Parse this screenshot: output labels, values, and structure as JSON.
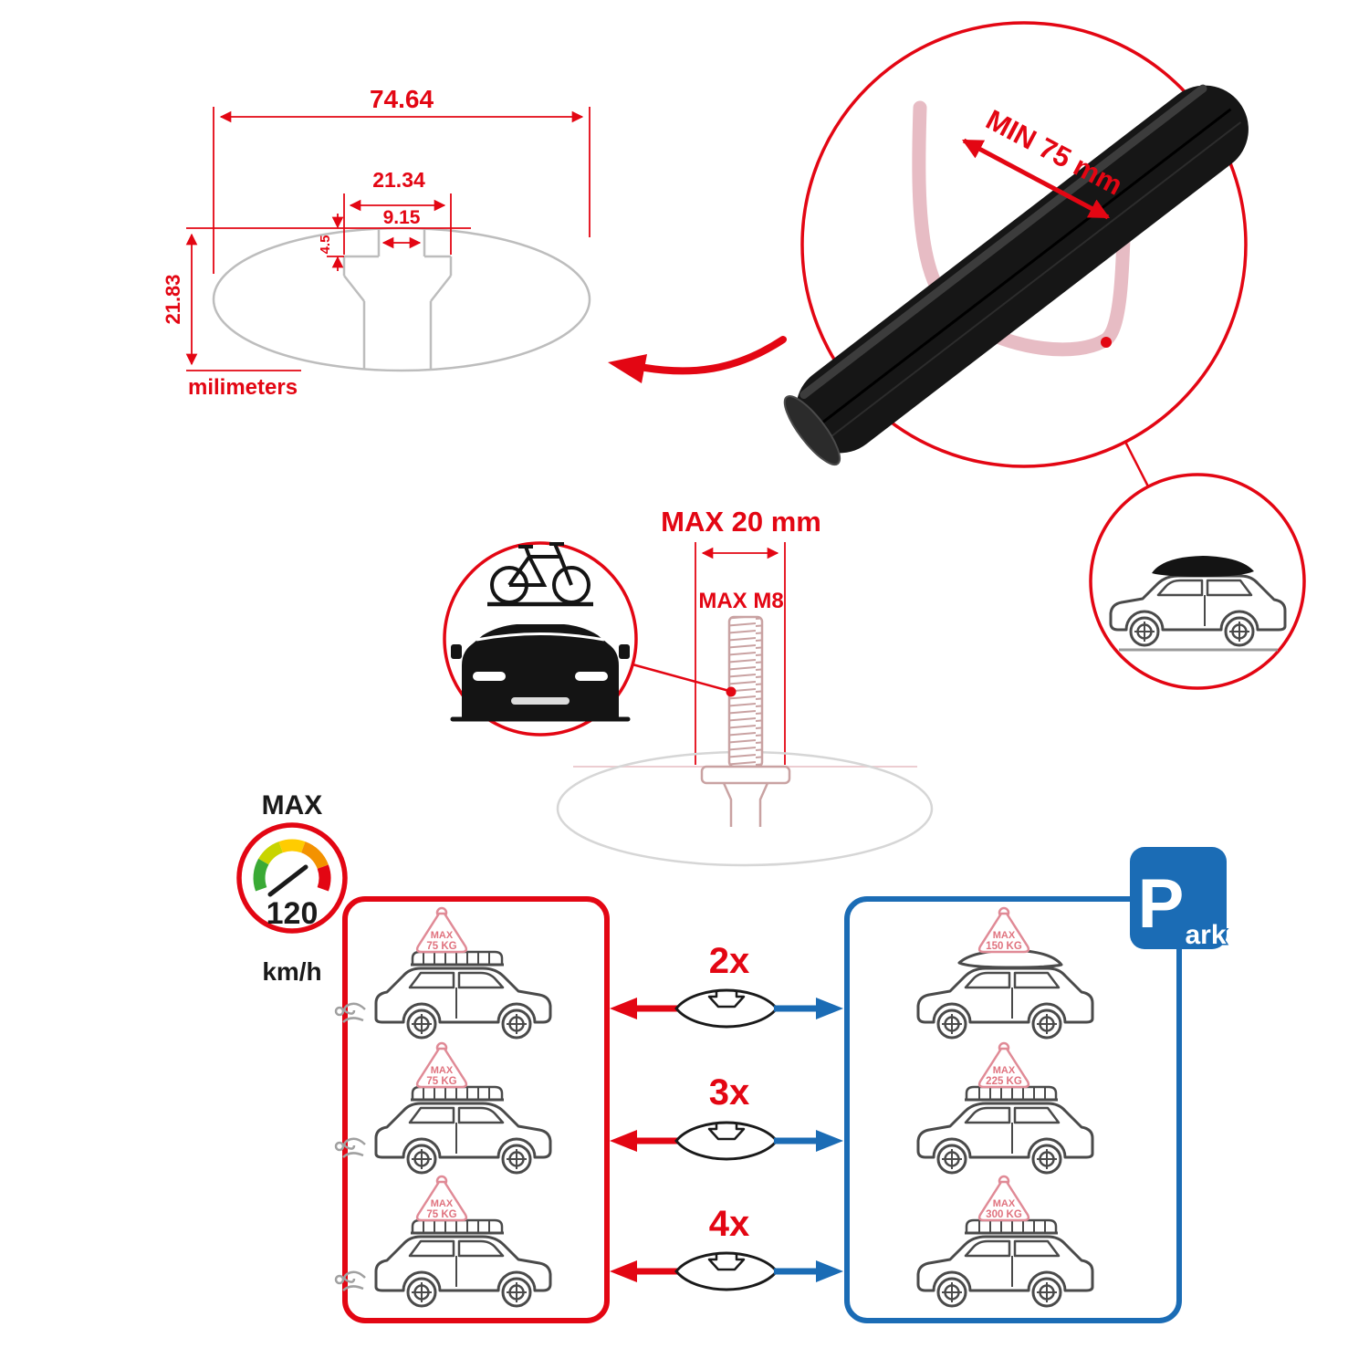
{
  "colors": {
    "accent_red": "#e30613",
    "accent_blue": "#1b6cb5",
    "tag_pink": "#e08a96",
    "drawing_gray": "#bdbdbd"
  },
  "cross_section": {
    "dim_total_width": "74.64",
    "dim_cavity_width": "21.34",
    "dim_slot_width": "9.15",
    "dim_lip_depth": "4.5",
    "dim_total_height": "21.83",
    "units": "milimeters"
  },
  "bar_detail": {
    "min_span": "MIN 75 mm"
  },
  "bolt_detail": {
    "max_width": "MAX 20 mm",
    "max_thread": "MAX M8"
  },
  "speed_limit": {
    "title": "MAX",
    "value": "120",
    "units": "km/h"
  },
  "driving_panel": {
    "cars": [
      {
        "tag_title": "MAX",
        "tag_load": "75 KG"
      },
      {
        "tag_title": "MAX",
        "tag_load": "75 KG"
      },
      {
        "tag_title": "MAX",
        "tag_load": "75 KG"
      }
    ]
  },
  "rows": [
    {
      "label": "2x"
    },
    {
      "label": "3x"
    },
    {
      "label": "4x"
    }
  ],
  "parking_panel": {
    "sign_p": "P",
    "sign_ark": "ark",
    "cars": [
      {
        "tag_title": "MAX",
        "tag_load": "150 KG"
      },
      {
        "tag_title": "MAX",
        "tag_load": "225 KG"
      },
      {
        "tag_title": "MAX",
        "tag_load": "300 KG"
      }
    ]
  }
}
